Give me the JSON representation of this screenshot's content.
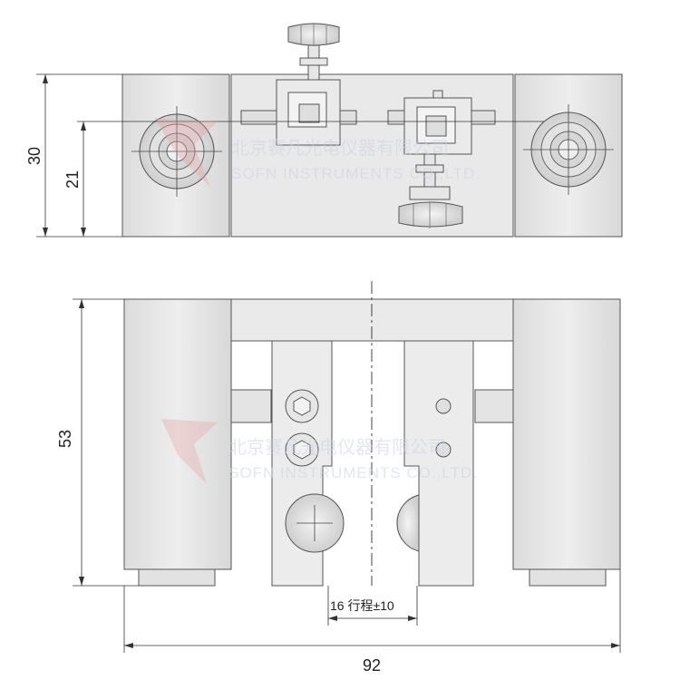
{
  "dimensions": {
    "height_total_top": "30",
    "height_inner_top": "21",
    "height_front": "53",
    "width_total": "92",
    "travel_label": "16 行程±10"
  },
  "watermark": {
    "cn": "北京赛凡光电仪器有限公司",
    "en": "SOFN INSTRUMENTS CO.,LTD."
  },
  "colors": {
    "body_fill": "#e6e6e6",
    "edge": "#555555",
    "dim_line": "#333333",
    "watermark": "#c9d3e6",
    "logo_red": "#e8a0a0"
  }
}
